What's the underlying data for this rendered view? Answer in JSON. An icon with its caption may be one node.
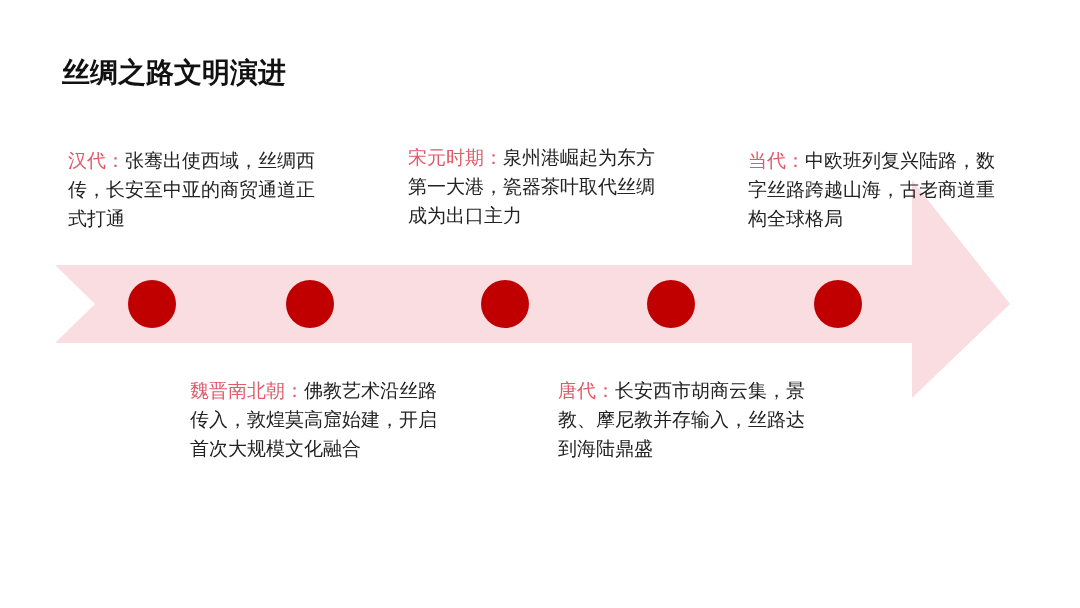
{
  "diagram": {
    "title": "丝绸之路文明演进",
    "nodes": [
      {
        "text": [],
        "shape": "circle",
        "beside": [
          "汉代：",
          "张骞出使西域，丝绸西传，长安至中亚的商贸通道正式打通"
        ]
      },
      {
        "text": [],
        "shape": "circle",
        "beside": [
          "魏晋南北朝：",
          "佛教艺术沿丝路传入，敦煌莫高窟始建，开启首次大规模文化融合"
        ]
      },
      {
        "text": [],
        "shape": "circle",
        "beside": [
          "宋元时期：",
          "泉州港崛起为东方第一大港，瓷器茶叶取代丝绸成为出口主力"
        ]
      },
      {
        "text": [],
        "shape": "circle",
        "beside": [
          "唐代：",
          "长安西市胡商云集，景教、摩尼教并存输入，丝路达到海陆鼎盛"
        ]
      },
      {
        "text": [],
        "shape": "circle",
        "beside": [
          "当代：",
          "中欧班列复兴陆路，数字丝路跨越山海，古老商道重构全球格局"
        ]
      }
    ],
    "edges": []
  }
}
